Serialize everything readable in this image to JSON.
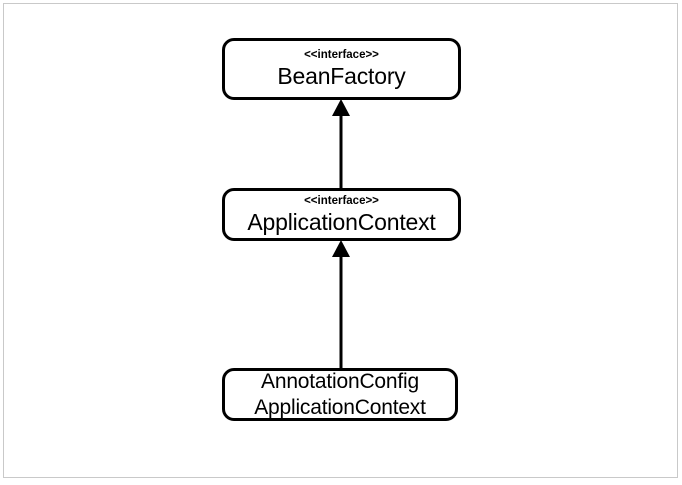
{
  "page": {
    "title": "Spring BeanFactory hierarchy UML class diagram",
    "background_color": "#ffffff",
    "frame_color": "#c9c9c9",
    "stroke_color": "#000000"
  },
  "diagram": {
    "type": "uml-class-diagram",
    "relationship": "generalization",
    "arrow_style": "solid-line-hollow-less filled-triangle pointing up",
    "nodes": [
      {
        "id": "beanfactory",
        "stereotype": "<<interface>>",
        "name": "BeanFactory",
        "kind": "interface"
      },
      {
        "id": "applicationcontext",
        "stereotype": "<<interface>>",
        "name": "ApplicationContext",
        "kind": "interface"
      },
      {
        "id": "annotationconfigapplicationcontext",
        "stereotype": "",
        "name_line1": "AnnotationConfig",
        "name_line2": "ApplicationContext",
        "kind": "class"
      }
    ],
    "edges": [
      {
        "id": "edge-upper",
        "from": "applicationcontext",
        "to": "beanfactory",
        "label": ""
      },
      {
        "id": "edge-lower",
        "from": "annotationconfigapplicationcontext",
        "to": "applicationcontext",
        "label": ""
      }
    ]
  }
}
